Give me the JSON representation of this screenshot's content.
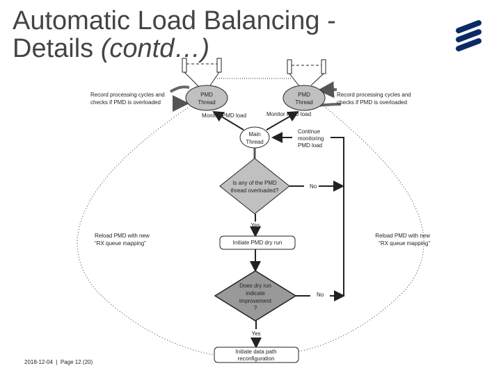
{
  "title": {
    "line1": "Automatic Load Balancing -",
    "line2_plain": "Details ",
    "line2_italic": "(contd…)"
  },
  "logo": {
    "icon": "ericsson-logo",
    "color": "#0a2a66"
  },
  "left_note": [
    "Record processing cycles and",
    "checks if PMD is overloaded"
  ],
  "right_note": [
    "Record processing cycles and",
    "checks if PMD is overloaded"
  ],
  "pmd_left": [
    "PMD",
    "Thread"
  ],
  "pmd_right": [
    "PMD",
    "Thread"
  ],
  "monitor_left": "Monitor PMD load",
  "monitor_right": "Monitor PMD load",
  "main_thread": [
    "Main",
    "Thread"
  ],
  "continue": [
    "Continue",
    "monitoring",
    "PMD load"
  ],
  "decision1": [
    "Is any of the PMD",
    "thread overloaded?"
  ],
  "no1": "No",
  "yes1": "Yes",
  "dry_run": "Initiate PMD dry run",
  "decision2": [
    "Does dry run",
    "indicate",
    "improvement",
    "?"
  ],
  "no2": "No",
  "yes2": "Yes",
  "reconfig": [
    "Initiate data path",
    "reconfiguration"
  ],
  "reload_left": [
    "Reload PMD with new",
    "“RX queue mapping”"
  ],
  "reload_right": [
    "Reload PMD with new",
    "“RX queue mapping”"
  ],
  "footer": "2018-12-04  |  Page 12 (20)",
  "colors": {
    "node_fill": "#c0c0c0",
    "decision2_fill": "#999999",
    "arrow_gray": "#666666"
  }
}
